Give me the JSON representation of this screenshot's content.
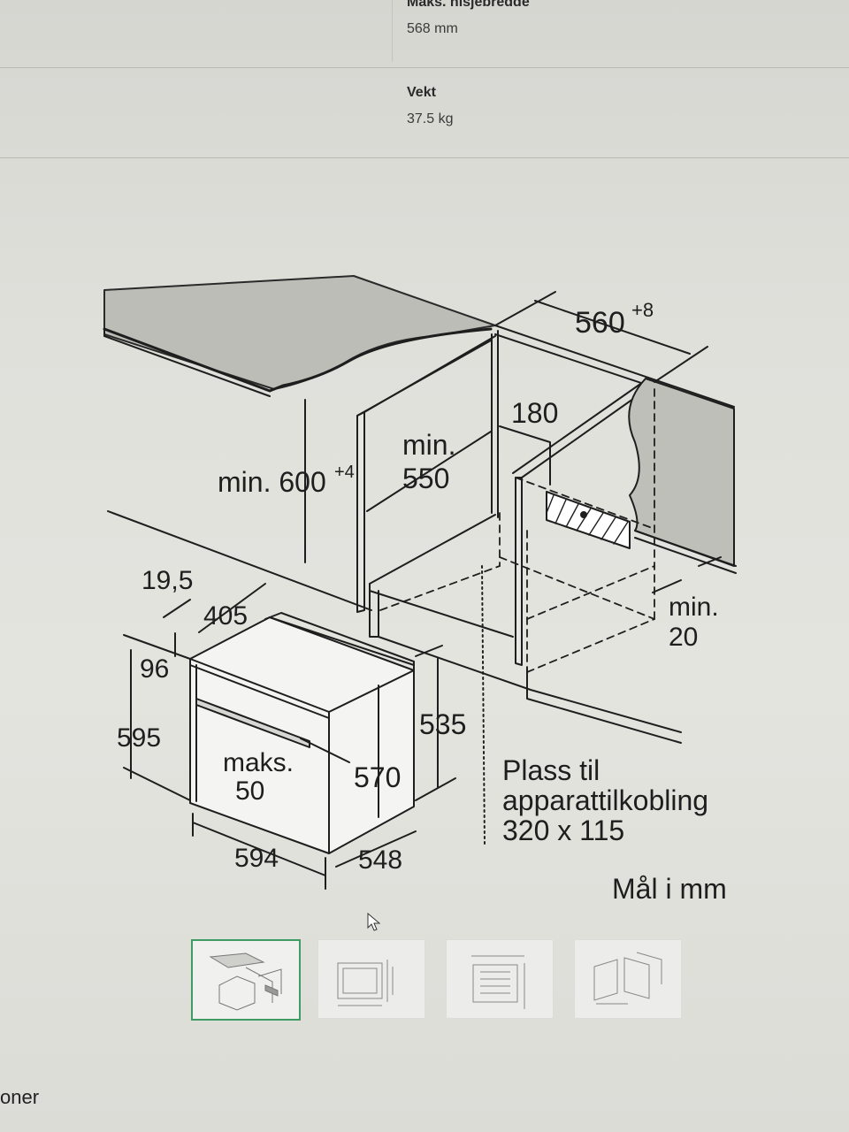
{
  "specs": [
    {
      "label": "Maks. nisjebredde",
      "value": "568 mm"
    },
    {
      "label": "Vekt",
      "value": "37.5 kg"
    }
  ],
  "diagram": {
    "dims": {
      "niche_width": "560",
      "niche_width_tol": "+8",
      "top_gap": "180",
      "min_height_prefix": "min. 600",
      "min_height_tol": "+4",
      "min550_a": "min.",
      "min550_b": "550",
      "min20_a": "min.",
      "min20_b": "20",
      "d19_5": "19,5",
      "d405": "405",
      "d96": "96",
      "d595": "595",
      "d535": "535",
      "maks_a": "maks.",
      "maks_b": "50",
      "d570": "570",
      "d594": "594",
      "d548": "548"
    },
    "connection_note": [
      "Plass til",
      "apparattilkobling",
      "320 x 115"
    ],
    "units_note": "Mål i mm"
  },
  "thumbnails": [
    {
      "icon": "oven-installation-diagram-icon",
      "active": true
    },
    {
      "icon": "oven-front-dimensions-icon",
      "active": false
    },
    {
      "icon": "oven-side-section-icon",
      "active": false
    },
    {
      "icon": "oven-niche-installation-icon",
      "active": false
    }
  ],
  "bottom_text": "oner"
}
